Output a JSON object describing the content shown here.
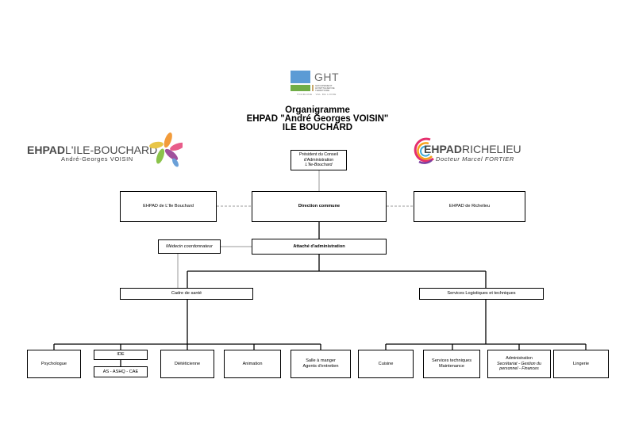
{
  "ght_logo": {
    "text": "GHT",
    "sub_lines": [
      "GROUPEMENT",
      "HOSPITALIER DE",
      "TERRITOIRE"
    ],
    "bottom": "TOURAINE · VAL DE LOIRE",
    "colors": {
      "blue": "#5b9bd5",
      "green": "#70ad47",
      "tan": "#c9a76b"
    }
  },
  "title": {
    "line1": "Organigramme",
    "line2": "EHPAD \"André Georges VOISIN\"",
    "line3": "ILE BOUCHARD"
  },
  "logo_left": {
    "main_a": "EHPAD",
    "main_b": "L'ILE-BOUCHARD",
    "sub": "André-Georges VOISIN"
  },
  "logo_right": {
    "main_a": "EHPAD",
    "main_b": "RICHELIEU",
    "sub": "Docteur Marcel FORTIER"
  },
  "boxes": {
    "president": {
      "line1": "Président du Conseil",
      "line2": "d'Administration",
      "line3": "L'Ile-Bouchard"
    },
    "ehpad_ile": "EHPAD de L'Ile Bouchard",
    "direction": "Direction commune",
    "ehpad_richelieu": "EHPAD de Richelieu",
    "medecin": "Médecin coordonnateur",
    "attache": "Attaché d'administration",
    "cadre": "Cadre de santé",
    "services_log": "Services Logistiques et techniques",
    "psychologue": "Psychologue",
    "ide": "IDE",
    "as_ashq": "AS - ASHQ - CAE",
    "dieteticienne": "Diététicienne",
    "animation": "Animation",
    "salle": {
      "line1": "Salle à manger",
      "line2": "Agents d'entretien"
    },
    "cuisine": "Cuisine",
    "services_tech": {
      "line1": "Services techniques",
      "line2": "Maintenance"
    },
    "administration": {
      "line1": "Administration",
      "line2": "Secrétariat - Gestion du",
      "line3": "personnel - Finances"
    },
    "lingerie": "Lingerie"
  }
}
